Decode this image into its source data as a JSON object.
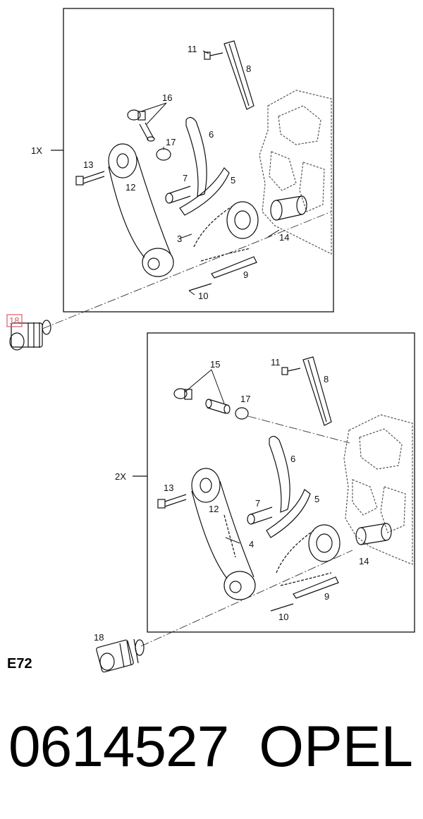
{
  "diagram": {
    "group_labels": {
      "upper": "1X",
      "lower": "2X"
    },
    "diagram_code": "E72",
    "highlighted_callout": "18",
    "highlight_color": "#e05a6a",
    "upper_callouts": {
      "c11": "11",
      "c8": "8",
      "c16": "16",
      "c17": "17",
      "c6": "6",
      "c13": "13",
      "c12": "12",
      "c7": "7",
      "c5": "5",
      "c3": "3",
      "c14": "14",
      "c9": "9",
      "c10": "10"
    },
    "lower_callouts": {
      "c11": "11",
      "c8": "8",
      "c15": "15",
      "c17": "17",
      "c6": "6",
      "c13": "13",
      "c12": "12",
      "c7": "7",
      "c5": "5",
      "c4": "4",
      "c14": "14",
      "c9": "9",
      "c10": "10",
      "c18": "18"
    }
  },
  "footer": {
    "part_number": "0614527",
    "brand": "OPEL"
  }
}
